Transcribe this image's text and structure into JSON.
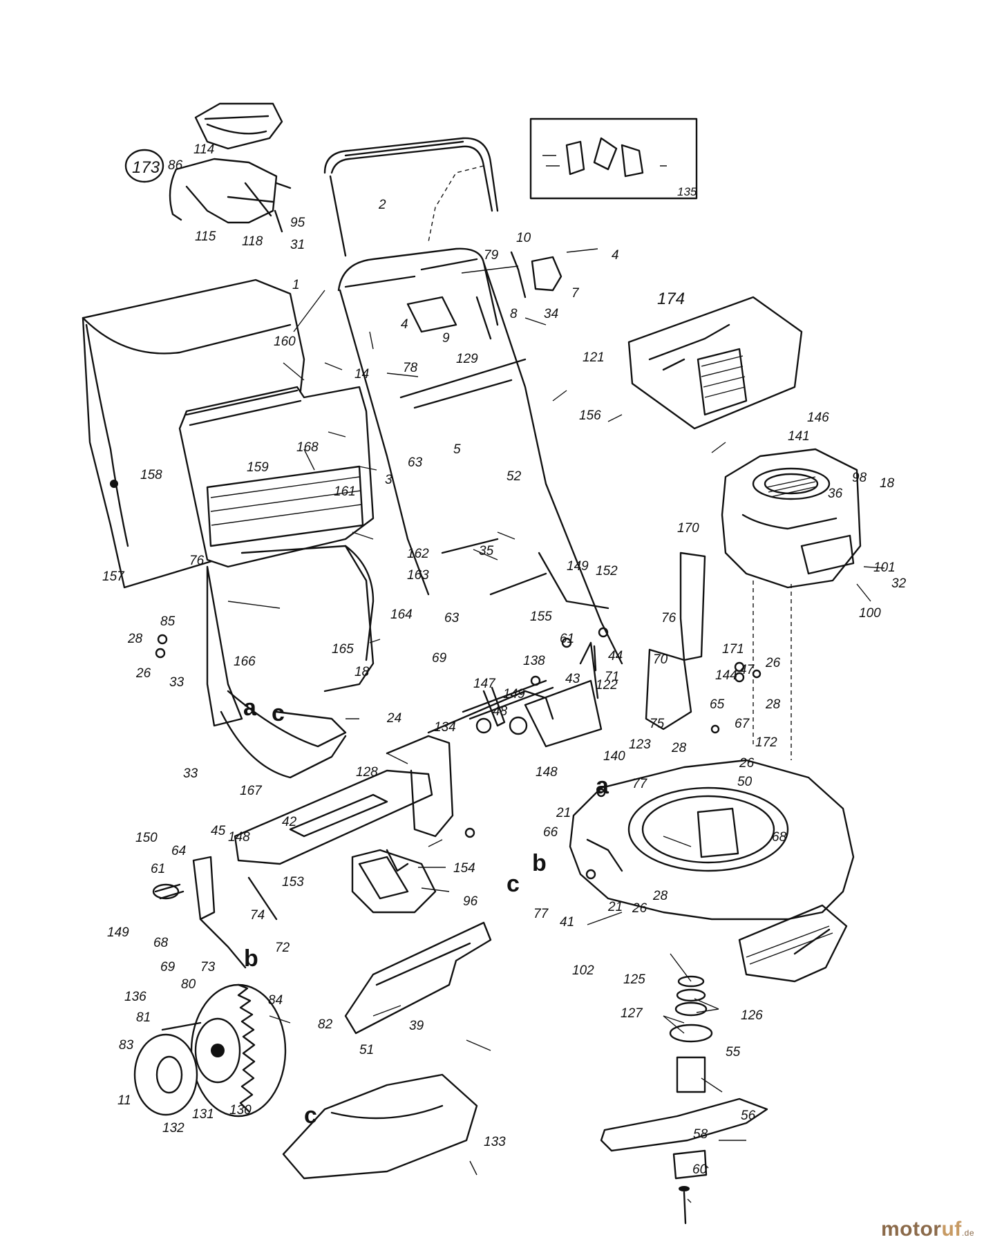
{
  "diagram": {
    "part_labels": [
      {
        "id": "p173",
        "text": "173"
      },
      {
        "id": "p114",
        "text": "114"
      },
      {
        "id": "p86",
        "text": "86"
      },
      {
        "id": "p95",
        "text": "95"
      },
      {
        "id": "p115",
        "text": "115"
      },
      {
        "id": "p118",
        "text": "118"
      },
      {
        "id": "p31",
        "text": "31"
      },
      {
        "id": "p2",
        "text": "2"
      },
      {
        "id": "p135",
        "text": "135"
      },
      {
        "id": "p10",
        "text": "10"
      },
      {
        "id": "p4a",
        "text": "4"
      },
      {
        "id": "p79",
        "text": "79"
      },
      {
        "id": "p1",
        "text": "1"
      },
      {
        "id": "p7",
        "text": "7"
      },
      {
        "id": "p4b",
        "text": "4"
      },
      {
        "id": "p8",
        "text": "8"
      },
      {
        "id": "p34",
        "text": "34"
      },
      {
        "id": "p9",
        "text": "9"
      },
      {
        "id": "p129",
        "text": "129"
      },
      {
        "id": "p174",
        "text": "174"
      },
      {
        "id": "p160",
        "text": "160"
      },
      {
        "id": "p14",
        "text": "14"
      },
      {
        "id": "p78",
        "text": "78"
      },
      {
        "id": "p121",
        "text": "121"
      },
      {
        "id": "p156",
        "text": "156"
      },
      {
        "id": "p168",
        "text": "168"
      },
      {
        "id": "p5",
        "text": "5"
      },
      {
        "id": "p63a",
        "text": "63"
      },
      {
        "id": "p3",
        "text": "3"
      },
      {
        "id": "p159",
        "text": "159"
      },
      {
        "id": "p158",
        "text": "158"
      },
      {
        "id": "p161",
        "text": "161"
      },
      {
        "id": "p52",
        "text": "52"
      },
      {
        "id": "p146",
        "text": "146"
      },
      {
        "id": "p141",
        "text": "141"
      },
      {
        "id": "p98",
        "text": "98"
      },
      {
        "id": "p18a",
        "text": "18"
      },
      {
        "id": "p36",
        "text": "36"
      },
      {
        "id": "p162",
        "text": "162"
      },
      {
        "id": "p35",
        "text": "35"
      },
      {
        "id": "p163",
        "text": "163"
      },
      {
        "id": "p76a",
        "text": "76"
      },
      {
        "id": "p157",
        "text": "157"
      },
      {
        "id": "p170",
        "text": "170"
      },
      {
        "id": "p149a",
        "text": "149"
      },
      {
        "id": "p152",
        "text": "152"
      },
      {
        "id": "p101",
        "text": "101"
      },
      {
        "id": "p32",
        "text": "32"
      },
      {
        "id": "p100",
        "text": "100"
      },
      {
        "id": "p155",
        "text": "155"
      },
      {
        "id": "p63b",
        "text": "63"
      },
      {
        "id": "p61a",
        "text": "61"
      },
      {
        "id": "p76b",
        "text": "76"
      },
      {
        "id": "p28a",
        "text": "28"
      },
      {
        "id": "p85",
        "text": "85"
      },
      {
        "id": "p164",
        "text": "164"
      },
      {
        "id": "p44",
        "text": "44"
      },
      {
        "id": "p70",
        "text": "70"
      },
      {
        "id": "p171",
        "text": "171"
      },
      {
        "id": "p165",
        "text": "165"
      },
      {
        "id": "p69a",
        "text": "69"
      },
      {
        "id": "p26a",
        "text": "26"
      },
      {
        "id": "p166",
        "text": "166"
      },
      {
        "id": "p71",
        "text": "71"
      },
      {
        "id": "p144",
        "text": "144"
      },
      {
        "id": "p47",
        "text": "47"
      },
      {
        "id": "p26b",
        "text": "26"
      },
      {
        "id": "p138",
        "text": "138"
      },
      {
        "id": "p33a",
        "text": "33"
      },
      {
        "id": "p18b",
        "text": "18"
      },
      {
        "id": "p147",
        "text": "147"
      },
      {
        "id": "p43",
        "text": "43"
      },
      {
        "id": "p122",
        "text": "122"
      },
      {
        "id": "p65",
        "text": "65"
      },
      {
        "id": "p28b",
        "text": "28"
      },
      {
        "id": "p149b",
        "text": "149"
      },
      {
        "id": "p48",
        "text": "48"
      },
      {
        "id": "p75",
        "text": "75"
      },
      {
        "id": "p67",
        "text": "67"
      },
      {
        "id": "p172",
        "text": "172"
      },
      {
        "id": "p24",
        "text": "24"
      },
      {
        "id": "p134",
        "text": "134"
      },
      {
        "id": "p123",
        "text": "123"
      },
      {
        "id": "p28c",
        "text": "28"
      },
      {
        "id": "p26c",
        "text": "26"
      },
      {
        "id": "p140",
        "text": "140"
      },
      {
        "id": "p33b",
        "text": "33"
      },
      {
        "id": "p148a",
        "text": "148"
      },
      {
        "id": "p128",
        "text": "128"
      },
      {
        "id": "p167",
        "text": "167"
      },
      {
        "id": "p77a",
        "text": "77"
      },
      {
        "id": "p50",
        "text": "50"
      },
      {
        "id": "p42",
        "text": "42"
      },
      {
        "id": "p21a",
        "text": "21"
      },
      {
        "id": "p66",
        "text": "66"
      },
      {
        "id": "p68a",
        "text": "68"
      },
      {
        "id": "p45",
        "text": "45"
      },
      {
        "id": "p148b",
        "text": "148"
      },
      {
        "id": "p150",
        "text": "150"
      },
      {
        "id": "p64",
        "text": "64"
      },
      {
        "id": "p154",
        "text": "154"
      },
      {
        "id": "p153",
        "text": "153"
      },
      {
        "id": "p96",
        "text": "96"
      },
      {
        "id": "p61b",
        "text": "61"
      },
      {
        "id": "p77b",
        "text": "77"
      },
      {
        "id": "p21b",
        "text": "21"
      },
      {
        "id": "p28d",
        "text": "28"
      },
      {
        "id": "p26d",
        "text": "26"
      },
      {
        "id": "p41",
        "text": "41"
      },
      {
        "id": "p74",
        "text": "74"
      },
      {
        "id": "p149c",
        "text": "149"
      },
      {
        "id": "p68b",
        "text": "68"
      },
      {
        "id": "p72",
        "text": "72"
      },
      {
        "id": "p69b",
        "text": "69"
      },
      {
        "id": "p73",
        "text": "73"
      },
      {
        "id": "p102",
        "text": "102"
      },
      {
        "id": "p125",
        "text": "125"
      },
      {
        "id": "p136",
        "text": "136"
      },
      {
        "id": "p80",
        "text": "80"
      },
      {
        "id": "p84",
        "text": "84"
      },
      {
        "id": "p126",
        "text": "126"
      },
      {
        "id": "p127",
        "text": "127"
      },
      {
        "id": "p81",
        "text": "81"
      },
      {
        "id": "p82",
        "text": "82"
      },
      {
        "id": "p39",
        "text": "39"
      },
      {
        "id": "p83",
        "text": "83"
      },
      {
        "id": "p55",
        "text": "55"
      },
      {
        "id": "p51",
        "text": "51"
      },
      {
        "id": "p11",
        "text": "11"
      },
      {
        "id": "p56",
        "text": "56"
      },
      {
        "id": "p130",
        "text": "130"
      },
      {
        "id": "p131",
        "text": "131"
      },
      {
        "id": "p58",
        "text": "58"
      },
      {
        "id": "p132",
        "text": "132"
      },
      {
        "id": "p133",
        "text": "133"
      },
      {
        "id": "p60",
        "text": "60"
      }
    ],
    "connector_letters": [
      {
        "id": "la1",
        "text": "a"
      },
      {
        "id": "lc1",
        "text": "c"
      },
      {
        "id": "la2",
        "text": "a"
      },
      {
        "id": "lb1",
        "text": "b"
      },
      {
        "id": "lc2",
        "text": "c"
      },
      {
        "id": "lb2",
        "text": "b"
      },
      {
        "id": "lc3",
        "text": "c"
      }
    ]
  },
  "watermark": {
    "part1": "motor",
    "part2": "uf",
    "suffix": ".de"
  }
}
